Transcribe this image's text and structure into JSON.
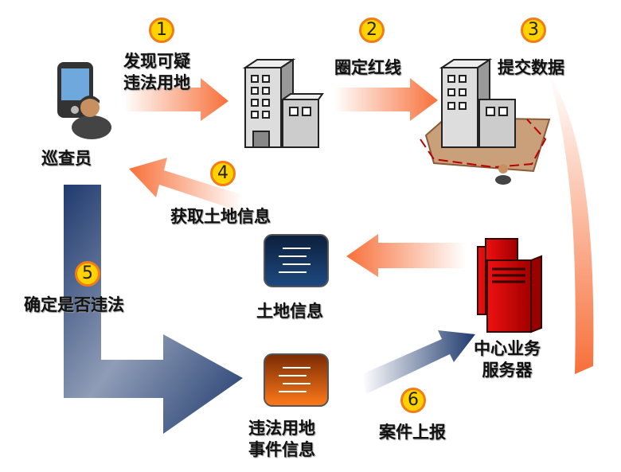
{
  "steps": [
    {
      "number": "1",
      "label_lines": [
        "发现可疑",
        "违法用地"
      ]
    },
    {
      "number": "2",
      "label_lines": [
        "圈定红线"
      ]
    },
    {
      "number": "3",
      "label_lines": [
        "提交数据"
      ]
    },
    {
      "number": "4",
      "label_lines": [
        "获取土地信息"
      ]
    },
    {
      "number": "5",
      "label_lines": [
        "确定是否违法"
      ]
    },
    {
      "number": "6",
      "label_lines": [
        "案件上报"
      ]
    }
  ],
  "nodes": {
    "inspector": "巡查员",
    "land_info": "土地信息",
    "server": [
      "中心业务",
      "服务器"
    ],
    "case_info": [
      "违法用地",
      "事件信息"
    ]
  },
  "colors": {
    "orange_arrow": "#f7703a",
    "navy_arrow": "#1f3a6e",
    "badge_fill": "#ffd200",
    "badge_ring": "#f47b16",
    "server_red": "#d40000"
  }
}
